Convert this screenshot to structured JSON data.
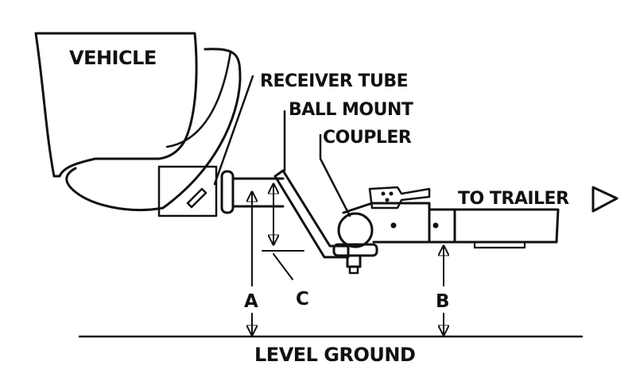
{
  "labels": {
    "vehicle": "VEHICLE",
    "receiver_tube": "RECEIVER TUBE",
    "ball_mount": "BALL MOUNT",
    "coupler": "COUPLER",
    "to_trailer": "TO TRAILER",
    "level_ground": "LEVEL GROUND",
    "dim_a": "A",
    "dim_b": "B",
    "dim_c": "C"
  },
  "colors": {
    "ink": "#111111",
    "background": "#ffffff"
  }
}
